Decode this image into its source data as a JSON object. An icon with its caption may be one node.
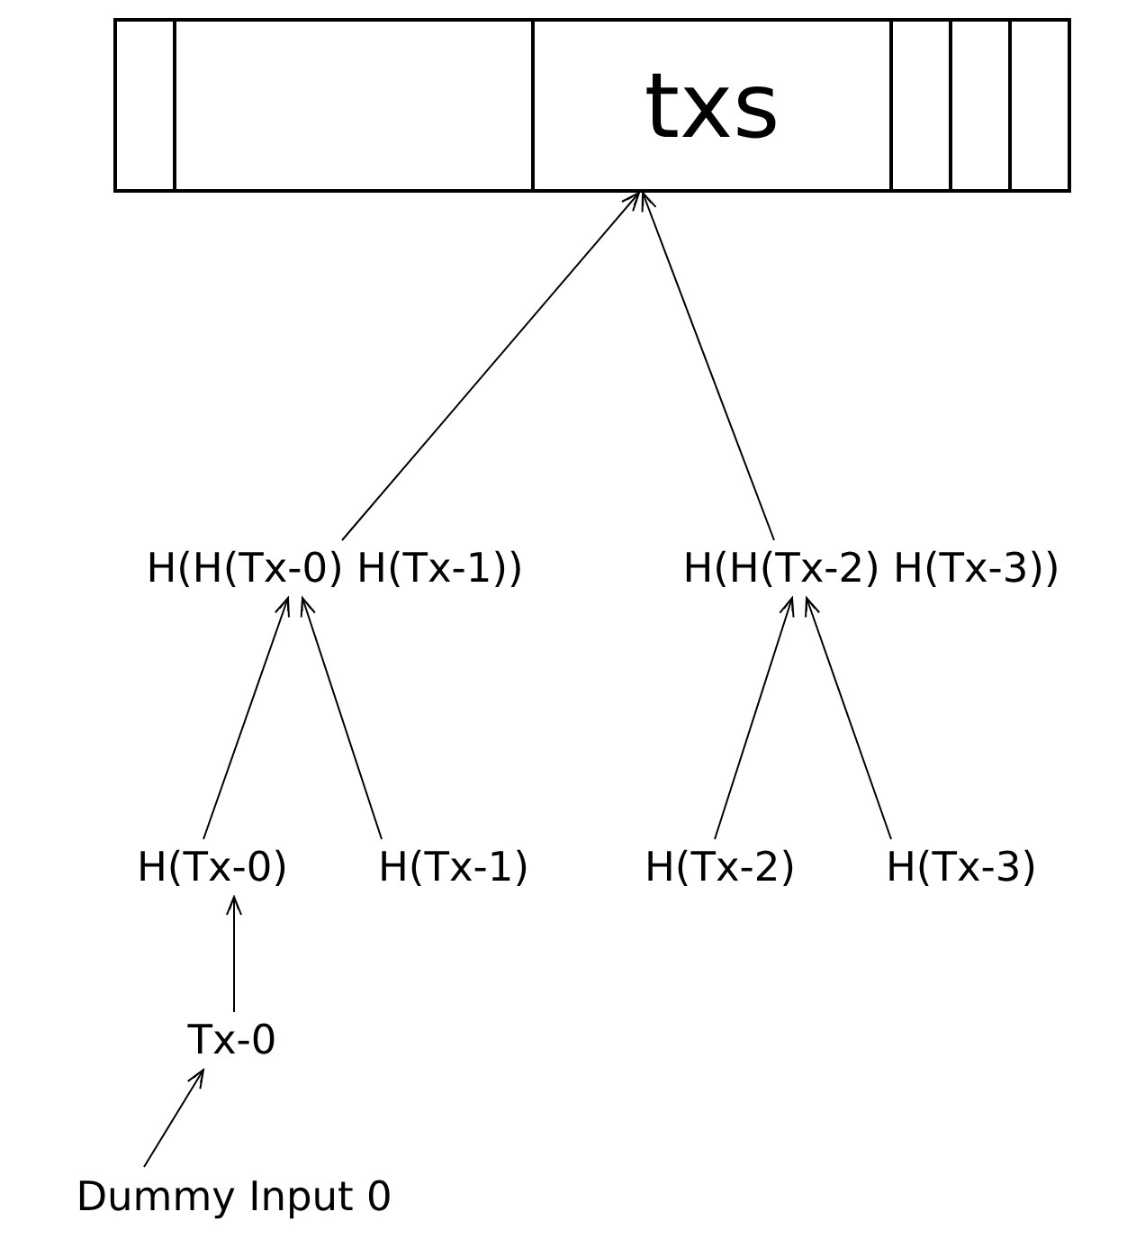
{
  "diagram": {
    "nodes": [
      {
        "text": [],
        "shape": "box"
      },
      {
        "text": [],
        "shape": "box"
      },
      {
        "text": [
          "txs"
        ]
      },
      {
        "text": [],
        "shape": "box"
      },
      {
        "text": [],
        "shape": "box"
      },
      {
        "text": [],
        "shape": "box"
      },
      {
        "text": [
          "H(H(Tx-0) H(Tx-1))"
        ]
      },
      {
        "text": [
          "H(H(Tx-2) H(Tx-3))"
        ]
      },
      {
        "text": [
          "H(Tx-0)"
        ]
      },
      {
        "text": [
          "H(Tx-1)"
        ]
      },
      {
        "text": [
          "H(Tx-2)"
        ]
      },
      {
        "text": [
          "H(Tx-3)"
        ]
      },
      {
        "text": [
          "Tx-0"
        ]
      },
      {
        "text": [
          "Dummy Input 0"
        ]
      }
    ],
    "edges": [
      {
        "from": 13,
        "to": 12,
        "arrow": "to"
      },
      {
        "from": 12,
        "to": 8,
        "arrow": "to"
      },
      {
        "from": 8,
        "to": 6,
        "arrow": "to"
      },
      {
        "from": 9,
        "to": 6,
        "arrow": "to"
      },
      {
        "from": 10,
        "to": 7,
        "arrow": "to"
      },
      {
        "from": 11,
        "to": 7,
        "arrow": "to"
      },
      {
        "from": 6,
        "to": 2,
        "arrow": "to"
      },
      {
        "from": 7,
        "to": 2,
        "arrow": "to"
      }
    ]
  }
}
